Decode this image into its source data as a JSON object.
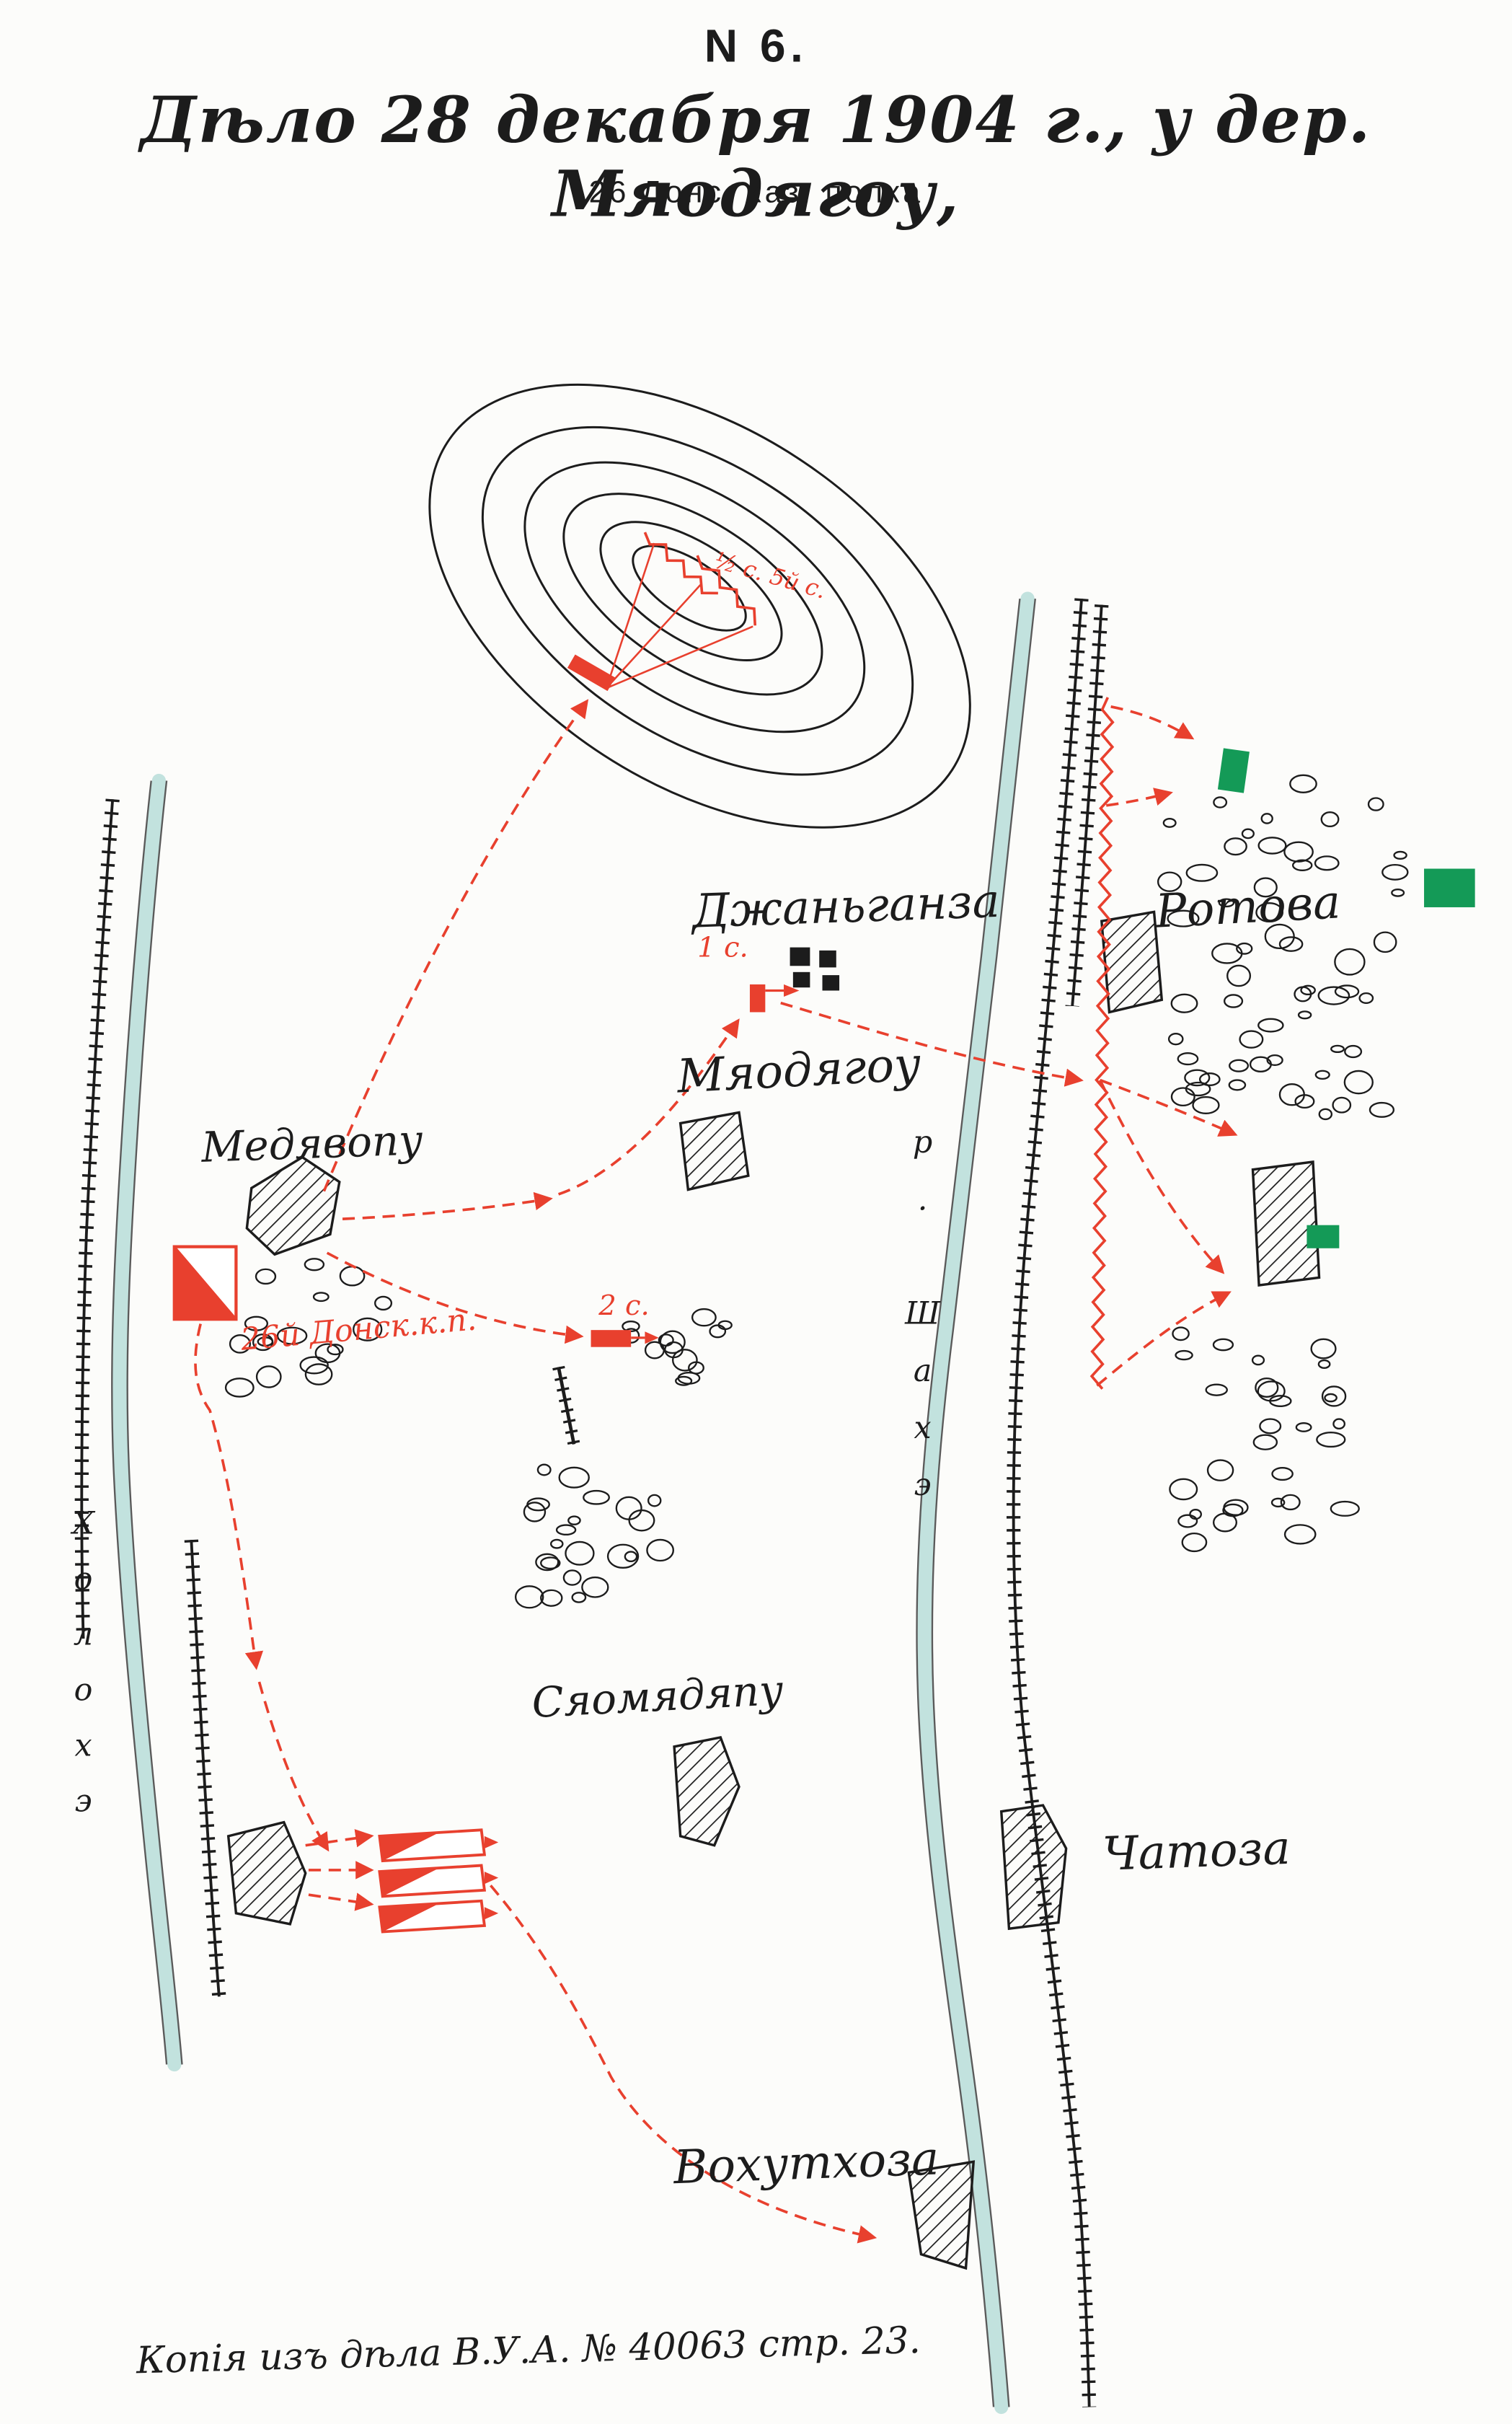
{
  "header": {
    "number": "N 6.",
    "title": "Дѣло 28 декабря 1904 г., у дер. Мяодягоу,",
    "subtitle": "26 Донс. каз. полка"
  },
  "places": {
    "dzhanganza": "Джаньганза",
    "myaodyagou": "Мяодягоу",
    "medyavopu": "Медявопу",
    "rotova": "Ротова",
    "syamyadyapu": "Сяомядяпу",
    "chatoza": "Чатоза",
    "vekhutkhoza": "Вохутхоза"
  },
  "units": {
    "regiment": "26й Донск.к.п.",
    "sotnia_1": "1 с.",
    "sotnia_2": "2 с.",
    "half_sotnia_5": "½ с. 5й с."
  },
  "rivers": {
    "left": "Холохэ",
    "right": "р. Шахэ"
  },
  "footer": {
    "source": "Копія изъ дѣла В.У.А. № 40063 стр. 23."
  },
  "colors": {
    "red": "#e8402e",
    "green": "#149a57",
    "river": "#c2e2de",
    "ink": "#1c1c1c"
  }
}
